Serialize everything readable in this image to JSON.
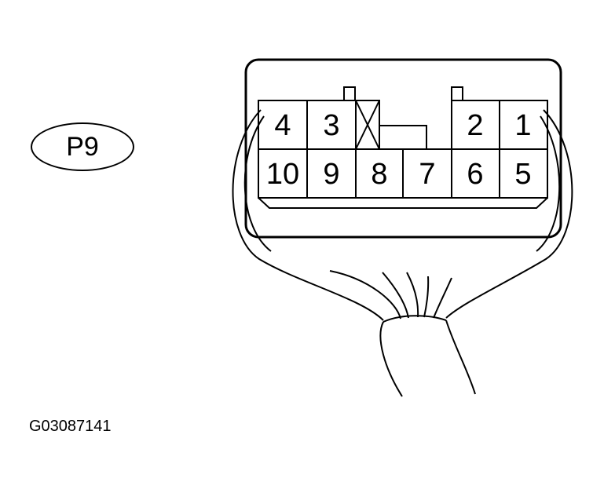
{
  "connector_label": "P9",
  "figure_code": "G03087141",
  "pins": {
    "top_row": [
      "4",
      "3",
      "",
      "",
      "2",
      "1"
    ],
    "bottom_row": [
      "10",
      "9",
      "8",
      "7",
      "6",
      "5"
    ]
  }
}
